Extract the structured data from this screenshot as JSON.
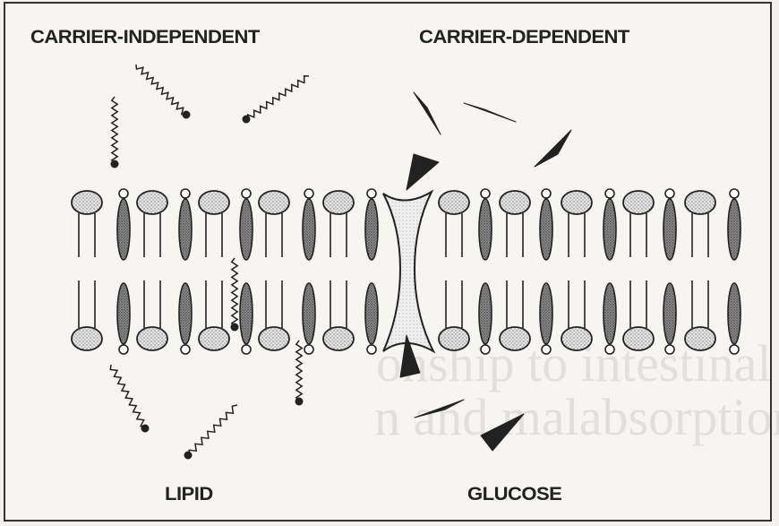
{
  "labels": {
    "carrier_independent": "CARRIER-INDEPENDENT",
    "carrier_dependent": "CARRIER-DEPENDENT",
    "lipid": "LIPID",
    "glucose": "GLUCOSE"
  },
  "background_text": {
    "line1": "onship to intestinal",
    "line2": "n and malabsorption"
  },
  "colors": {
    "ink": "#222222",
    "head_fill": "#d8d8d8",
    "cholesterol_fill": "#7a7a7a",
    "carrier_fill": "#e6e6e6",
    "background": "#f7f5f2"
  }
}
